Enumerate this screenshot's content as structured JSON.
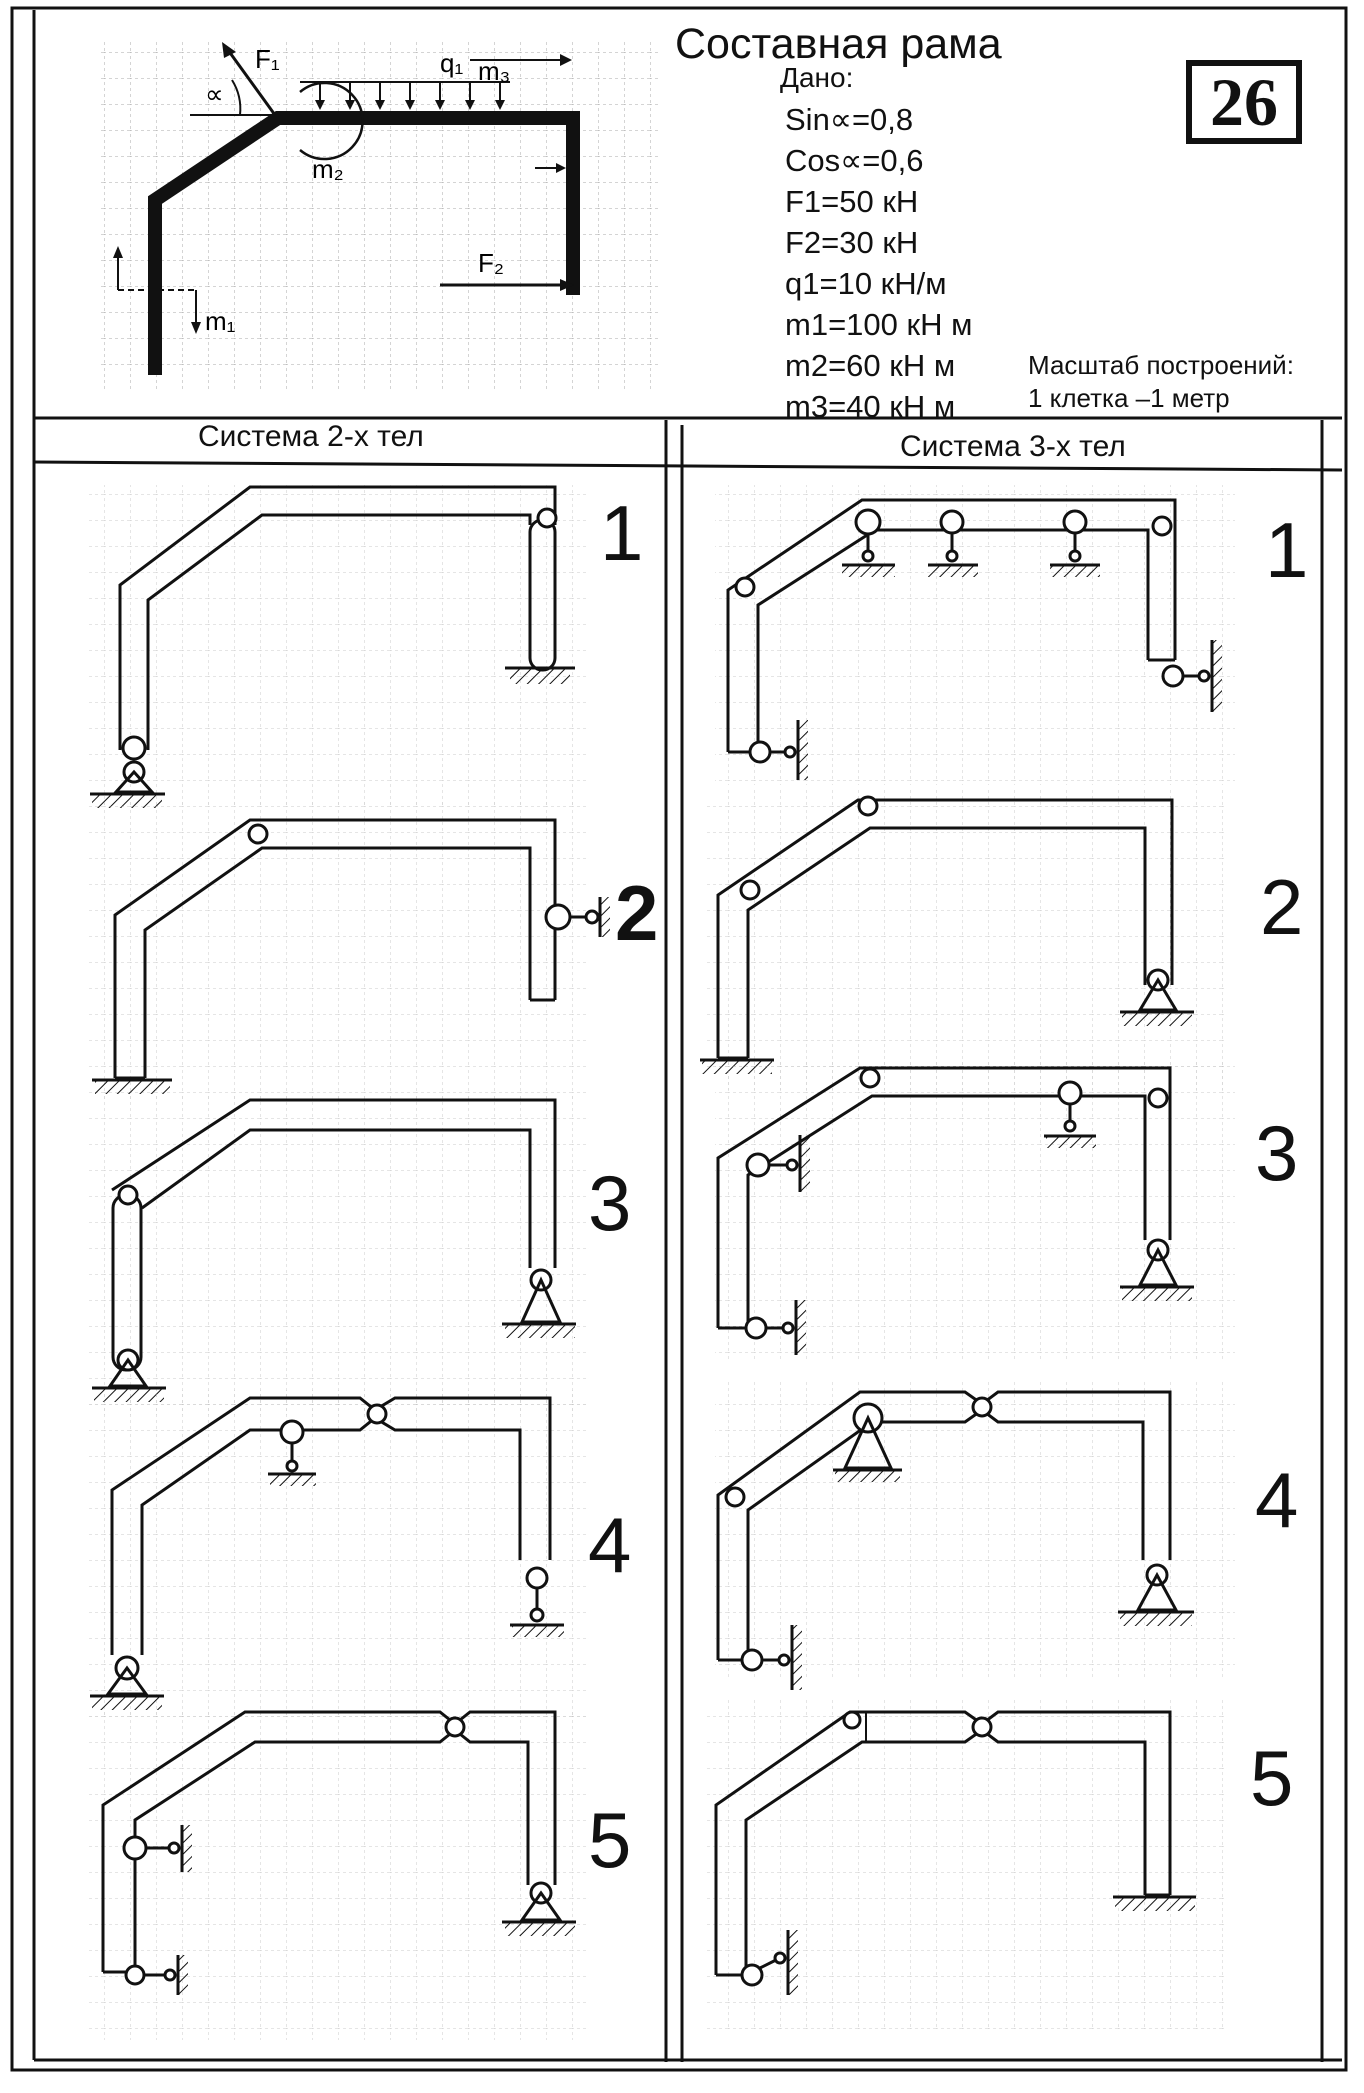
{
  "header": {
    "title": "Составная рама",
    "variant": "26",
    "given_label": "Дано:",
    "given": [
      "Sin∝=0,8",
      "Cos∝=0,6",
      "F1=50 кН",
      "F2=30 кН",
      "q1=10 кН/м",
      "m1=100 кН м",
      "m2=60 кН м",
      "m3=40 кН м"
    ],
    "scale": [
      "Масштаб построений:",
      "1 клетка –1 метр"
    ]
  },
  "figure_labels": {
    "F1": "F₁",
    "q1": "q₁",
    "m3": "m₃",
    "m2": "m₂",
    "F2": "F₂",
    "m1": "m₁",
    "alpha": "∝"
  },
  "columns": {
    "left_title": "Система 2-х тел",
    "right_title": "Система 3-х тел"
  },
  "variants_left": [
    "1",
    "2",
    "3",
    "4",
    "5"
  ],
  "variants_right": [
    "1",
    "2",
    "3",
    "4",
    "5"
  ],
  "colors": {
    "ink": "#111111",
    "grid": "#9a9a9a",
    "paper": "#ffffff"
  }
}
